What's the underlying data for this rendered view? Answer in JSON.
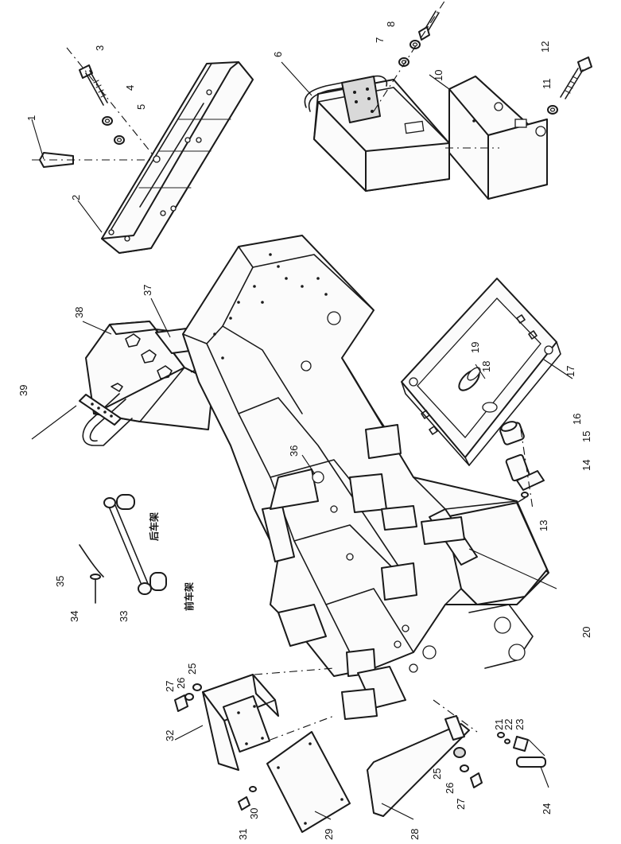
{
  "diagram": {
    "callouts": [
      {
        "id": "c1",
        "text": "1"
      },
      {
        "id": "c2",
        "text": "2"
      },
      {
        "id": "c3",
        "text": "3"
      },
      {
        "id": "c4",
        "text": "4"
      },
      {
        "id": "c5",
        "text": "5"
      },
      {
        "id": "c6",
        "text": "6"
      },
      {
        "id": "c7",
        "text": "7"
      },
      {
        "id": "c8",
        "text": "8"
      },
      {
        "id": "c10",
        "text": "10"
      },
      {
        "id": "c11",
        "text": "11"
      },
      {
        "id": "c12",
        "text": "12"
      },
      {
        "id": "c13",
        "text": "13"
      },
      {
        "id": "c14",
        "text": "14"
      },
      {
        "id": "c15",
        "text": "15"
      },
      {
        "id": "c16",
        "text": "16"
      },
      {
        "id": "c17",
        "text": "17"
      },
      {
        "id": "c18",
        "text": "18"
      },
      {
        "id": "c19",
        "text": "19"
      },
      {
        "id": "c20",
        "text": "20"
      },
      {
        "id": "c21",
        "text": "21"
      },
      {
        "id": "c22",
        "text": "22"
      },
      {
        "id": "c23",
        "text": "23"
      },
      {
        "id": "c24",
        "text": "24"
      },
      {
        "id": "c25a",
        "text": "25"
      },
      {
        "id": "c26a",
        "text": "26"
      },
      {
        "id": "c27a",
        "text": "27"
      },
      {
        "id": "c25b",
        "text": "25"
      },
      {
        "id": "c26b",
        "text": "26"
      },
      {
        "id": "c27b",
        "text": "27"
      },
      {
        "id": "c28",
        "text": "28"
      },
      {
        "id": "c29",
        "text": "29"
      },
      {
        "id": "c30",
        "text": "30"
      },
      {
        "id": "c31",
        "text": "31"
      },
      {
        "id": "c32",
        "text": "32"
      },
      {
        "id": "c33",
        "text": "33"
      },
      {
        "id": "c34",
        "text": "34"
      },
      {
        "id": "c35",
        "text": "35"
      },
      {
        "id": "c36",
        "text": "36"
      },
      {
        "id": "c37",
        "text": "37"
      },
      {
        "id": "c38",
        "text": "38"
      },
      {
        "id": "c39",
        "text": "39"
      }
    ],
    "annotations": {
      "rear_frame": "后车架",
      "front_frame": "前车架"
    }
  }
}
